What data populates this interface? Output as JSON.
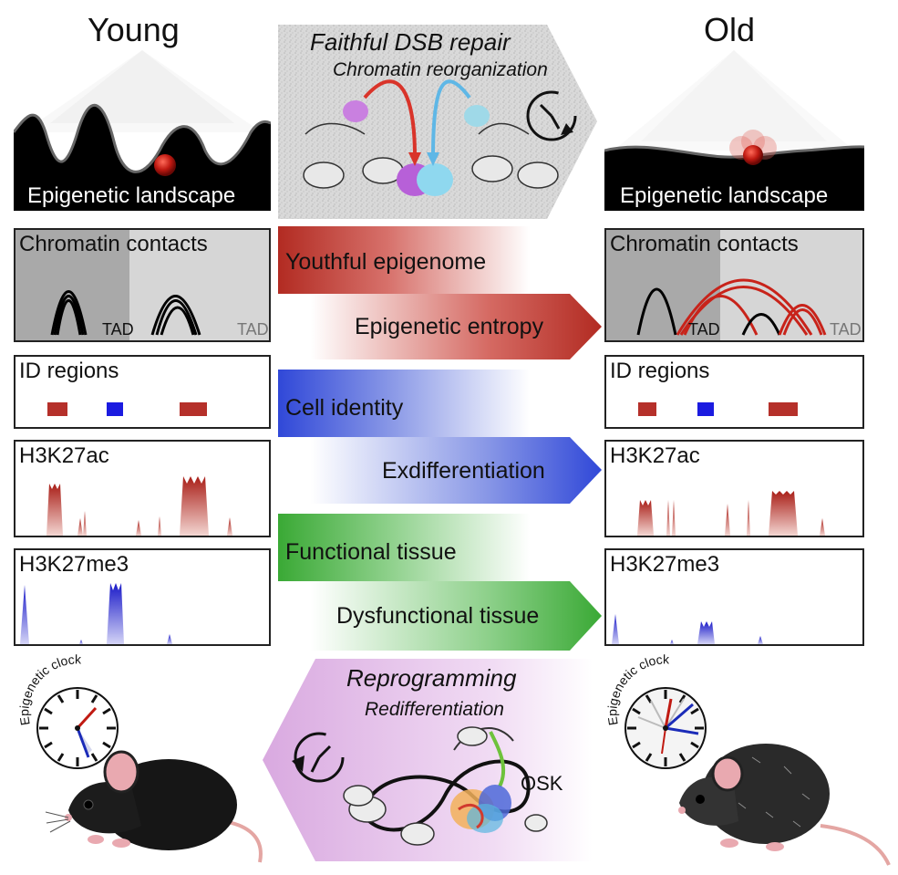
{
  "left": {
    "title": "Young",
    "landscape_label": "Epigenetic landscape",
    "chromatin_label": "Chromatin contacts",
    "tad_label_1": "TAD",
    "tad_label_2": "TAD",
    "id_regions_label": "ID regions",
    "h3k27ac_label": "H3K27ac",
    "h3k27me3_label": "H3K27me3",
    "clock_label": "Epigenetic clock"
  },
  "right": {
    "title": "Old",
    "landscape_label": "Epigenetic landscape",
    "chromatin_label": "Chromatin contacts",
    "tad_label_1": "TAD",
    "tad_label_2": "TAD",
    "id_regions_label": "ID regions",
    "h3k27ac_label": "H3K27ac",
    "h3k27me3_label": "H3K27me3",
    "clock_label": "Epigenetic clock"
  },
  "middle": {
    "top_line1": "Faithful DSB repair",
    "top_line2": "Chromatin reorganization",
    "youthful": "Youthful epigenome",
    "entropy": "Epigenetic entropy",
    "identity": "Cell identity",
    "exdiff": "Exdifferentiation",
    "functional": "Functional tissue",
    "dysfunctional": "Dysfunctional tissue",
    "bottom_line1": "Reprogramming",
    "bottom_line2": "Redifferentiation",
    "osk": "OSK"
  },
  "colors": {
    "red": "#b5302a",
    "blue": "#3a4fd8",
    "green": "#3fae3a",
    "purple": "#e2b9e6",
    "grey_arrow": "#cfcfcf"
  }
}
